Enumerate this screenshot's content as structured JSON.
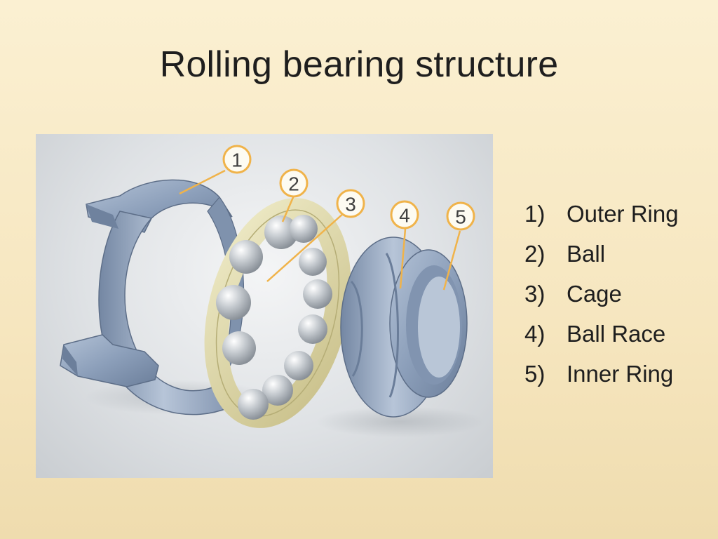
{
  "slide": {
    "title": "Rolling bearing structure"
  },
  "figure": {
    "callouts": [
      "1",
      "2",
      "3",
      "4",
      "5"
    ],
    "colors": {
      "steel": "#8fa2bd",
      "cage": "#e1dcae",
      "ball": "#c4c9ce",
      "callout_ring": "#f0b34a"
    }
  },
  "legend": [
    {
      "num": "1)",
      "label": "Outer Ring"
    },
    {
      "num": "2)",
      "label": "Ball"
    },
    {
      "num": "3)",
      "label": "Cage"
    },
    {
      "num": "4)",
      "label": "Ball Race"
    },
    {
      "num": "5)",
      "label": "Inner Ring"
    }
  ]
}
